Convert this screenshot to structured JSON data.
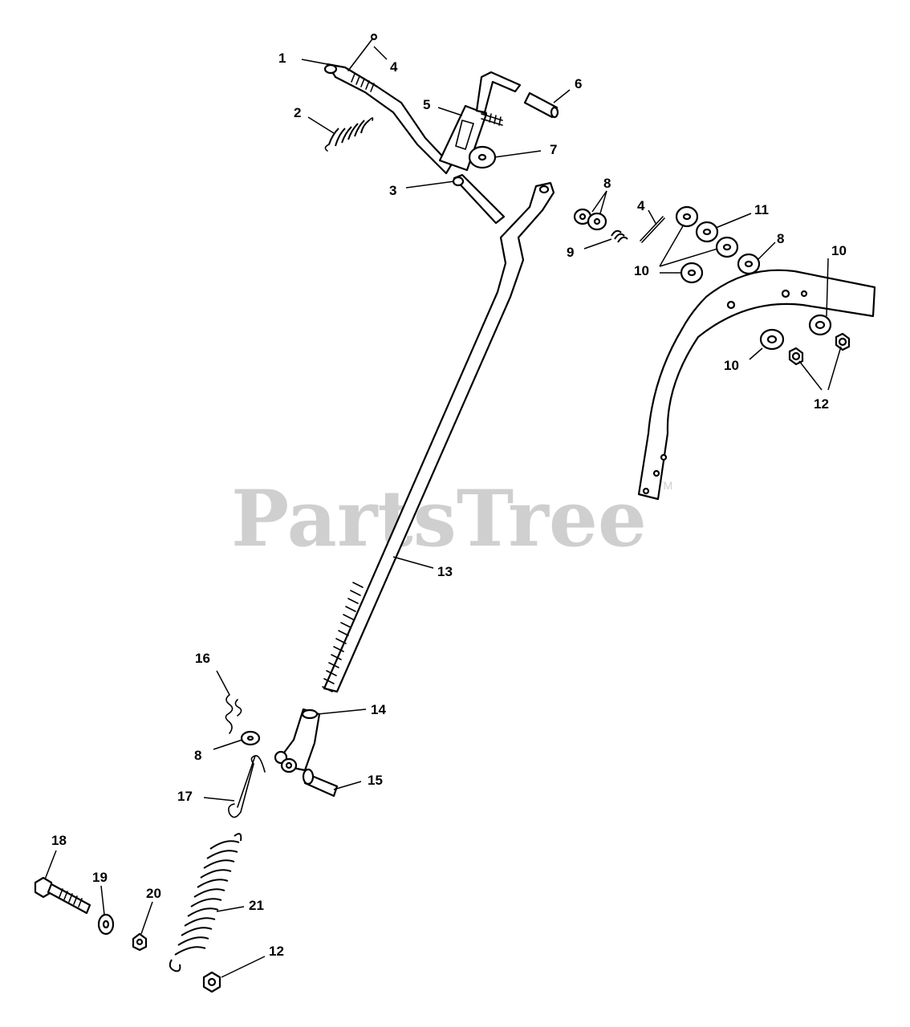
{
  "watermark": {
    "brand": "PartsTree",
    "trademark": "TM"
  },
  "callouts": {
    "c1": "1",
    "c2": "2",
    "c3": "3",
    "c4a": "4",
    "c4b": "4",
    "c5": "5",
    "c6": "6",
    "c7": "7",
    "c8a": "8",
    "c8b": "8",
    "c8c": "8",
    "c9": "9",
    "c10a": "10",
    "c10b": "10",
    "c10c": "10",
    "c11": "11",
    "c12a": "12",
    "c12b": "12",
    "c13": "13",
    "c14": "14",
    "c15": "15",
    "c16": "16",
    "c17": "17",
    "c18": "18",
    "c19": "19",
    "c20": "20",
    "c21": "21"
  }
}
